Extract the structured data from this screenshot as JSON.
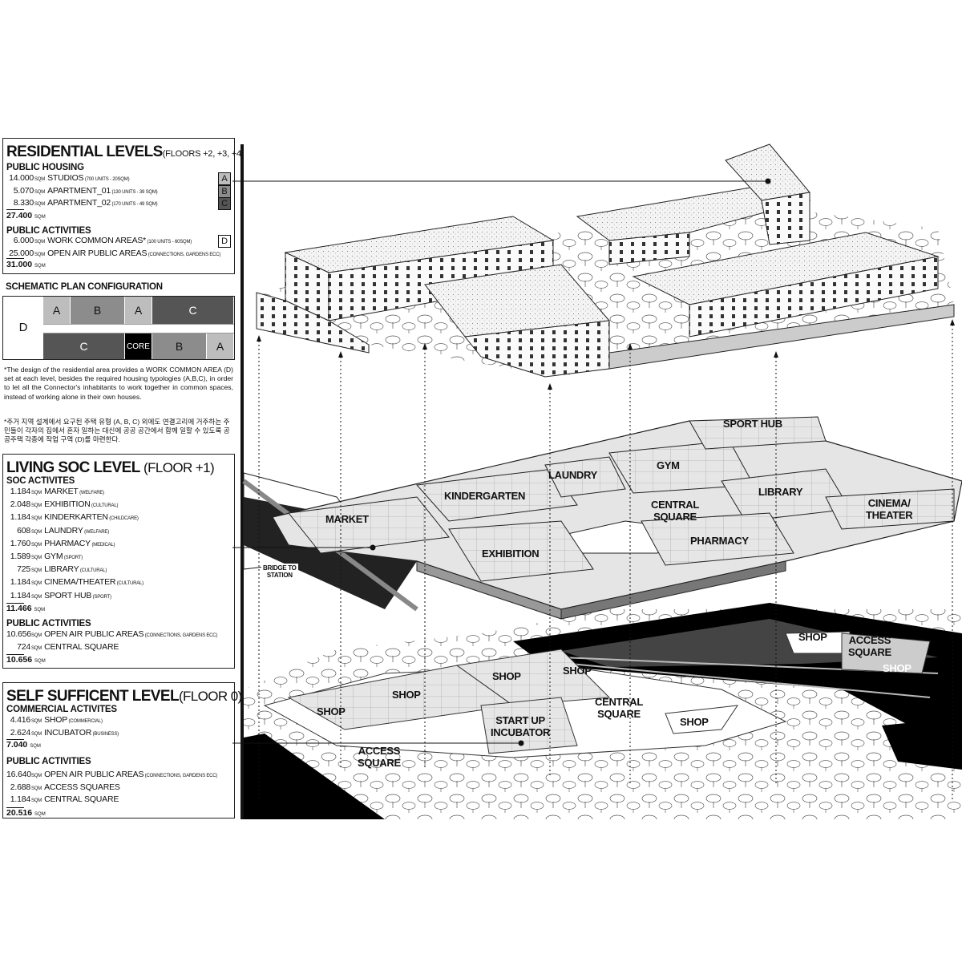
{
  "residential": {
    "title": "RESIDENTIAL LEVELS",
    "subtitle": "(FLOORS +2, +3, +4)",
    "housing_heading": "PUBLIC HOUSING",
    "housing_rows": [
      {
        "value": "14.000",
        "unit": "SQM",
        "name": "STUDIOS",
        "detail": "(700 UNITS - 20SQM)",
        "code": "A"
      },
      {
        "value": "5.070",
        "unit": "SQM",
        "name": "APARTMENT_01",
        "detail": "(130 UNITS - 39 SQM)",
        "code": "B"
      },
      {
        "value": "8.330",
        "unit": "SQM",
        "name": "APARTMENT_02",
        "detail": "(170 UNITS - 49 SQM)",
        "code": "C"
      }
    ],
    "housing_total": "27.400",
    "activities_heading": "PUBLIC ACTIVITIES",
    "activities_rows": [
      {
        "value": "6.000",
        "unit": "SQM",
        "name": "WORK COMMON AREAS*",
        "detail": "(100 UNITS - 60SQM)",
        "code": "D"
      },
      {
        "value": "25.000",
        "unit": "SQM",
        "name": "OPEN AIR PUBLIC AREAS",
        "detail": "(CONNECTIONS, GARDENS ECC)"
      }
    ],
    "activities_total": "31.000",
    "unit": "SQM"
  },
  "schematic": {
    "title": "SCHEMATIC PLAN CONFIGURATION",
    "left_label": "D",
    "top_row": [
      {
        "label": "A",
        "color": "#bdbdbd"
      },
      {
        "label": "B",
        "color": "#8c8c8c"
      },
      {
        "label": "A",
        "color": "#bdbdbd"
      },
      {
        "label": "C",
        "color": "#555555"
      }
    ],
    "bottom_row": [
      {
        "label": "C",
        "color": "#555555"
      },
      {
        "label": "CORE",
        "color": "#000000"
      },
      {
        "label": "B",
        "color": "#8c8c8c"
      },
      {
        "label": "A",
        "color": "#bdbdbd"
      }
    ],
    "note_en": "*The design of the residential area provides a WORK COMMON AREA (D) set at each level, besides the required housing typologies (A,B,C), in order to let all the Connector's inhabitants to work together in common spaces, instead of working alone in their own houses.",
    "note_ko": "*주거 지역 설계에서 요구된 주택 유형 (A, B, C) 외에도 연결고리에 거주하는 주민들이 각자의 집에서 혼자 일하는 대신에 공공 공간에서 함께 일할 수 있도록 공공주택 각층에 작업 구역 (D)를 마련한다."
  },
  "living": {
    "title": "LIVING SOC LEVEL",
    "subtitle": "(FLOOR +1)",
    "soc_heading": "SOC ACTIVITES",
    "soc_rows": [
      {
        "value": "1.184",
        "unit": "SQM",
        "name": "MARKET",
        "detail": "(WELFARE)"
      },
      {
        "value": "2.048",
        "unit": "SQM",
        "name": "EXHIBITION",
        "detail": "(CULTURAL)"
      },
      {
        "value": "1.184",
        "unit": "SQM",
        "name": "KINDERKARTEN",
        "detail": "(CHILDCARE)"
      },
      {
        "value": "608",
        "unit": "SQM",
        "name": "LAUNDRY",
        "detail": "(WELFARE)"
      },
      {
        "value": "1.760",
        "unit": "SQM",
        "name": "PHARMACY",
        "detail": "(MEDICAL)"
      },
      {
        "value": "1.589",
        "unit": "SQM",
        "name": "GYM",
        "detail": "(SPORT)"
      },
      {
        "value": "725",
        "unit": "SQM",
        "name": "LIBRARY",
        "detail": "(CULTURAL)"
      },
      {
        "value": "1.184",
        "unit": "SQM",
        "name": "CINEMA/THEATER",
        "detail": "(CULTURAL)"
      },
      {
        "value": "1.184",
        "unit": "SQM",
        "name": "SPORT HUB",
        "detail": "(SPORT)"
      }
    ],
    "soc_total": "11.466",
    "public_heading": "PUBLIC ACTIVITIES",
    "public_rows": [
      {
        "value": "10.656",
        "unit": "SQM",
        "name": "OPEN AIR PUBLIC AREAS",
        "detail": "(CONNECTIONS, GARDENS ECC)"
      },
      {
        "value": "724",
        "unit": "SQM",
        "name": "CENTRAL SQUARE",
        "detail": ""
      }
    ],
    "public_total": "10.656",
    "unit": "SQM"
  },
  "self": {
    "title": "SELF SUFFICENT LEVEL",
    "subtitle": "(FLOOR 0)",
    "commercial_heading": "COMMERCIAL ACTIVITES",
    "commercial_rows": [
      {
        "value": "4.416",
        "unit": "SQM",
        "name": "SHOP",
        "detail": "(COMMERCIAL)"
      },
      {
        "value": "2.624",
        "unit": "SQM",
        "name": "INCUBATOR",
        "detail": "(BUSINESS)"
      }
    ],
    "commercial_total": "7.040",
    "public_heading": "PUBLIC ACTIVITIES",
    "public_rows": [
      {
        "value": "16.640",
        "unit": "SQM",
        "name": "OPEN AIR PUBLIC AREAS",
        "detail": "(CONNECTIONS, GARDENS ECC)"
      },
      {
        "value": "2.688",
        "unit": "SQM",
        "name": "ACCESS SQUARES",
        "detail": ""
      },
      {
        "value": "1.184",
        "unit": "SQM",
        "name": "CENTRAL SQUARE",
        "detail": ""
      }
    ],
    "public_total": "20.516",
    "unit": "SQM"
  },
  "diagram": {
    "soc_labels": {
      "sport_hub": "SPORT HUB",
      "gym": "GYM",
      "laundry": "LAUNDRY",
      "kindergarten": "KINDERGARTEN",
      "library": "LIBRARY",
      "central_square": "CENTRAL\nSQUARE",
      "cinema": "CINEMA/\nTHEATER",
      "market": "MARKET",
      "pharmacy": "PHARMACY",
      "exhibition": "EXHIBITION",
      "bridge": "BRIDGE TO\nSTATION"
    },
    "ground_labels": {
      "shop_ne": "SHOP",
      "access_square_e": "ACCESS\nSQUARE",
      "shop_e": "SHOP",
      "shop_mid": "SHOP",
      "shop_mid2": "SHOP",
      "shop_w": "SHOP",
      "shop_far_w": "SHOP",
      "central_square": "CENTRAL\nSQUARE",
      "shop_s": "SHOP",
      "startup": "START UP\nINCUBATOR",
      "access_square_w": "ACCESS\nSQUARE"
    }
  }
}
